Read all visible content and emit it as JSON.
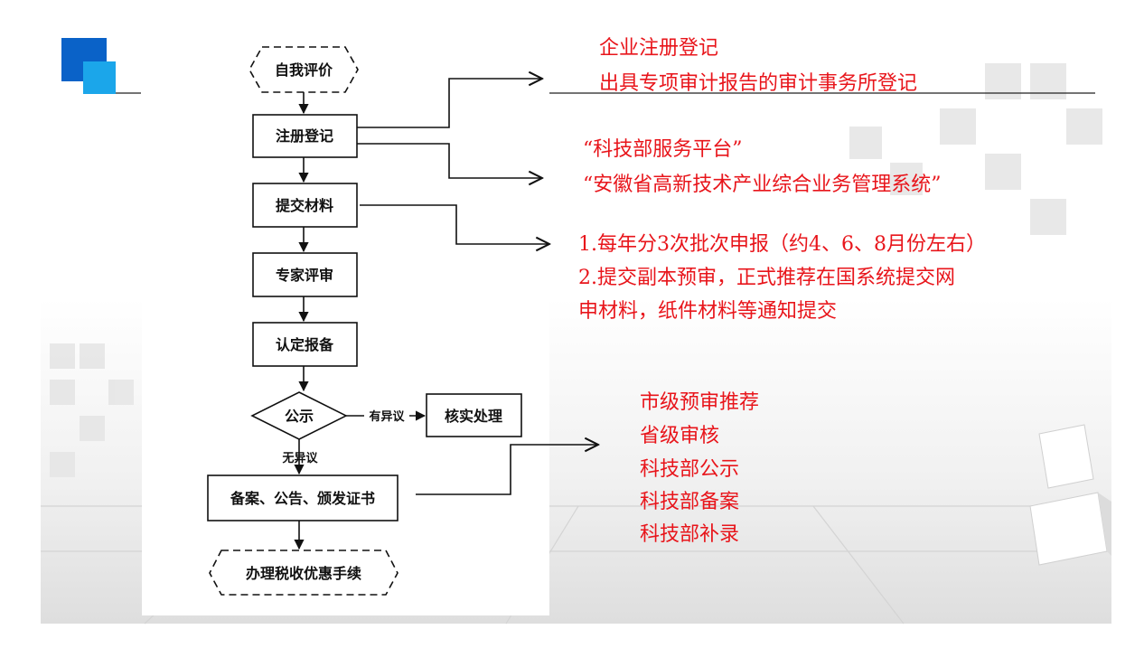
{
  "colors": {
    "accent_dark": "#0a62c8",
    "accent_light": "#1ba6ea",
    "annotation": "#e8151b",
    "stroke": "#111111"
  },
  "flow": {
    "start": "自我评价",
    "register": "注册登记",
    "submit": "提交材料",
    "review": "专家评审",
    "certify": "认定报备",
    "announce": "公示",
    "verify": "核实处理",
    "objection_label": "有异议",
    "no_objection_label": "无异议",
    "filing": "备案、公告、颁发证书",
    "end": "办理税收优惠手续"
  },
  "annotations": {
    "group1": [
      "企业注册登记",
      "出具专项审计报告的审计事务所登记"
    ],
    "group2": [
      "“科技部服务平台”",
      "“安徽省高新技术产业综合业务管理系统”"
    ],
    "group3": [
      "1.每年分3次批次申报（约4、6、8月份左右）",
      "2.提交副本预审，正式推荐在国系统提交网",
      "申材料，纸件材料等通知提交"
    ],
    "group4": [
      "市级预审推荐",
      "省级审核",
      "科技部公示",
      "科技部备案",
      "科技部补录"
    ]
  }
}
